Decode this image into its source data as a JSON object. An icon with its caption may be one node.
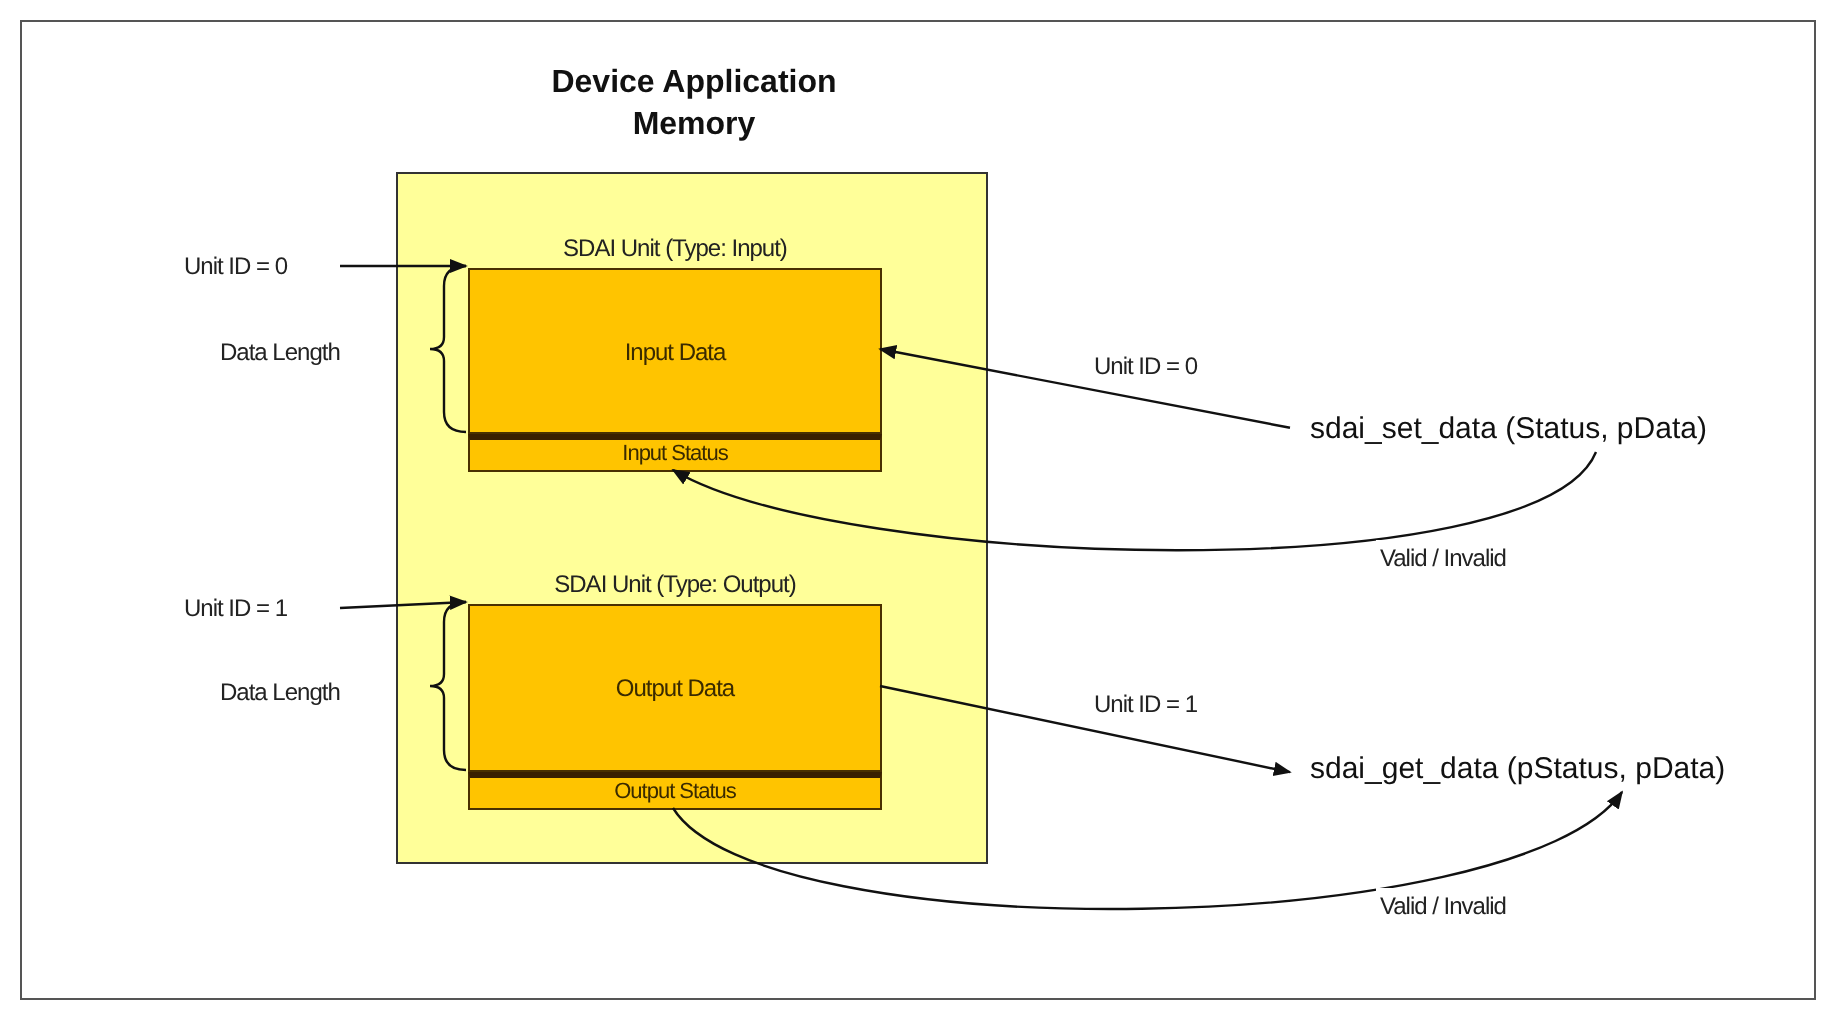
{
  "diagram": {
    "nodes": [
      {
        "text": [
          "Device Application Memory"
        ]
      },
      {
        "text": [
          "Input Data"
        ],
        "in": 0,
        "beside": [
          "SDAI Unit (Type: Input)"
        ]
      },
      {
        "text": [
          "Input Status"
        ],
        "in": 0
      },
      {
        "text": [
          "Output Data"
        ],
        "in": 0,
        "beside": [
          "SDAI Unit (Type: Output)"
        ]
      },
      {
        "text": [
          "Output Status"
        ],
        "in": 0
      },
      {
        "text": [
          "Unit ID = 0"
        ]
      },
      {
        "text": [
          "Unit ID = 1"
        ]
      },
      {
        "text": [
          "sdai_set_data (Status, pData)"
        ]
      },
      {
        "text": [
          "sdai_get_data (pStatus, pData)"
        ]
      }
    ],
    "edges": [
      {
        "from": 5,
        "to": 1,
        "arrow": "to"
      },
      {
        "from": 7,
        "to": 1,
        "arrow": "to",
        "label": "Unit ID = 0"
      },
      {
        "from": 7,
        "to": 2,
        "arrow": "to",
        "label": "Valid / Invalid"
      },
      {
        "from": 6,
        "to": 3,
        "arrow": "to"
      },
      {
        "from": 3,
        "to": 8,
        "arrow": "to",
        "label": "Unit ID = 1"
      },
      {
        "from": 4,
        "to": 8,
        "arrow": "to",
        "label": "Valid / Invalid"
      }
    ],
    "labels": [
      "Data Length",
      "Data Length"
    ]
  }
}
